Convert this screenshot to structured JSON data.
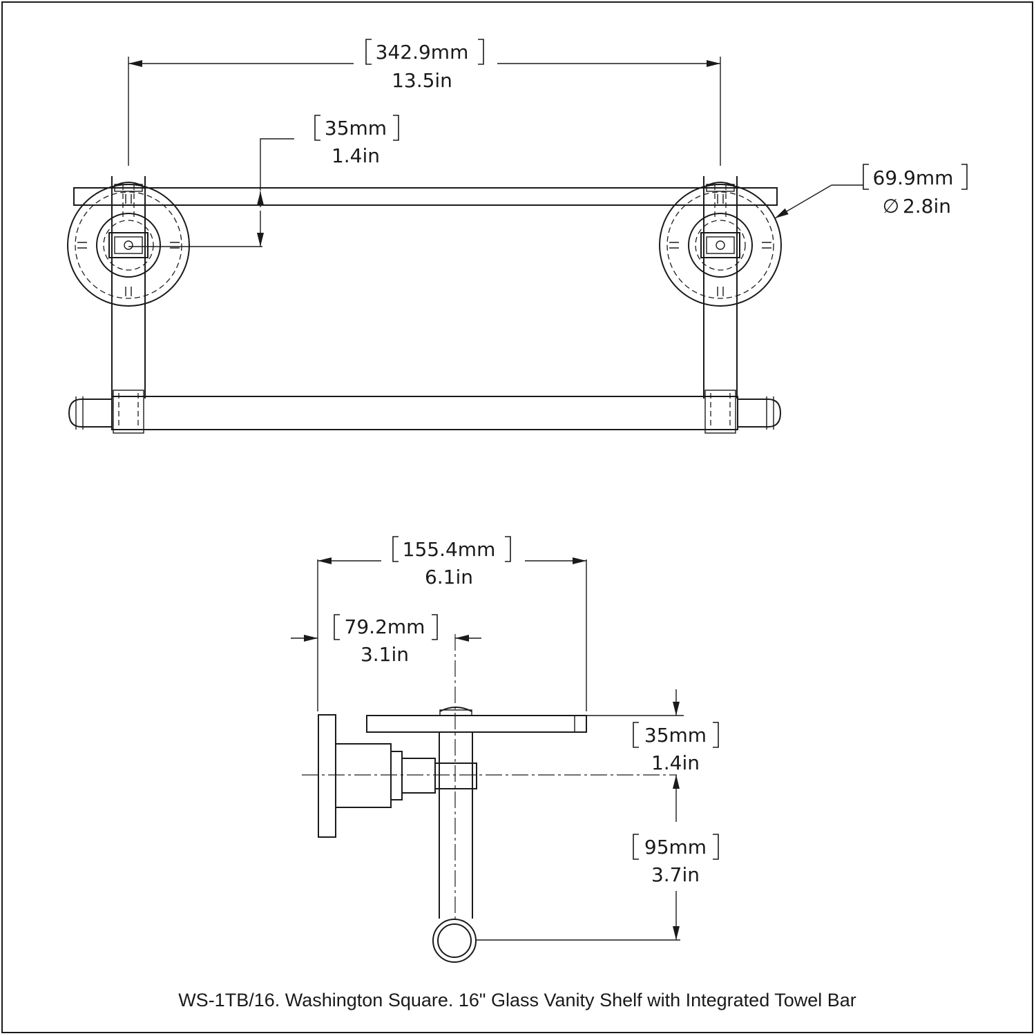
{
  "drawing": {
    "caption": "WS-1TB/16. Washington Square. 16\"  Glass Vanity Shelf  with Integrated Towel Bar",
    "front_view": {
      "width": {
        "mm": "342.9mm",
        "in": "13.5in"
      },
      "shelf_offset": {
        "mm": "35mm",
        "in": "1.4in"
      },
      "flange_diameter": {
        "mm": "69.9mm",
        "symbol": "∅",
        "in": "2.8in"
      }
    },
    "side_view": {
      "depth": {
        "mm": "155.4mm",
        "in": "6.1in"
      },
      "wall_offset": {
        "mm": "79.2mm",
        "in": "3.1in"
      },
      "shelf_height": {
        "mm": "35mm",
        "in": "1.4in"
      },
      "bar_drop": {
        "mm": "95mm",
        "in": "3.7in"
      }
    }
  }
}
